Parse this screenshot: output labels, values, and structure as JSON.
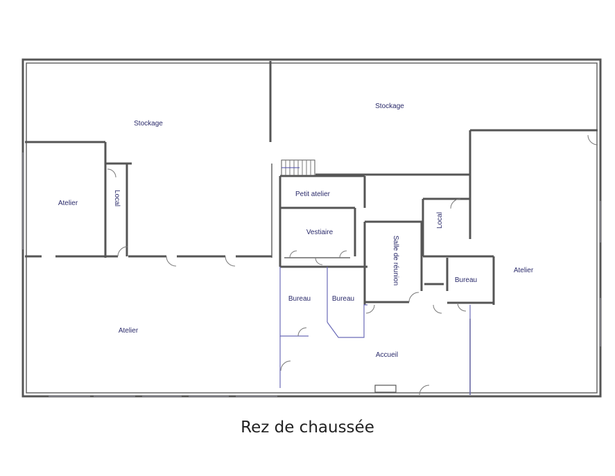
{
  "rooms": {
    "stockage_left": "Stockage",
    "stockage_right": "Stockage",
    "atelier_left": "Atelier",
    "local_left": "Local",
    "petit_atelier": "Petit atelier",
    "vestiaire": "Vestiaire",
    "salle_reunion": "Salle de réunion",
    "local_right": "Local",
    "bureau_right": "Bureau",
    "atelier_right": "Atelier",
    "bureau_1": "Bureau",
    "bureau_2": "Bureau",
    "atelier_bottom": "Atelier",
    "accueil": "Accueil"
  },
  "caption": "Rez de chaussée",
  "colors": {
    "walls": "#555555",
    "labels": "#2a2a6a",
    "accent_walls": "#6a6ab8"
  }
}
